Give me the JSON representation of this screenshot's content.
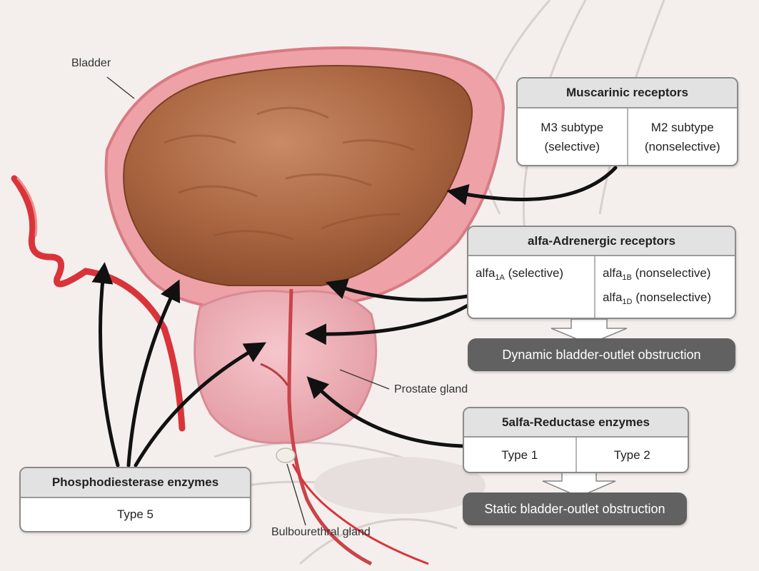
{
  "labels": {
    "bladder": "Bladder",
    "prostate": "Prostate gland",
    "bulbourethral": "Bulbourethral gland"
  },
  "muscarinic": {
    "title": "Muscarinic receptors",
    "m3": [
      "M3 subtype",
      "(selective)"
    ],
    "m2": [
      "M2 subtype",
      "(nonselective)"
    ]
  },
  "adrenergic": {
    "title": "alfa-Adrenergic receptors",
    "a1a": {
      "base": "alfa",
      "sub": "1A",
      "rest": " (selective)"
    },
    "a1b": {
      "base": "alfa",
      "sub": "1B",
      "rest": " (nonselective)"
    },
    "a1d": {
      "base": "alfa",
      "sub": "1D",
      "rest": " (nonselective)"
    }
  },
  "dynamic": "Dynamic bladder-outlet obstruction",
  "reductase": {
    "title": "5alfa-Reductase enzymes",
    "type1": "Type 1",
    "type2": "Type 2"
  },
  "static": "Static bladder-outlet obstruction",
  "pde": {
    "title": "Phosphodiesterase enzymes",
    "type": "Type 5"
  }
}
